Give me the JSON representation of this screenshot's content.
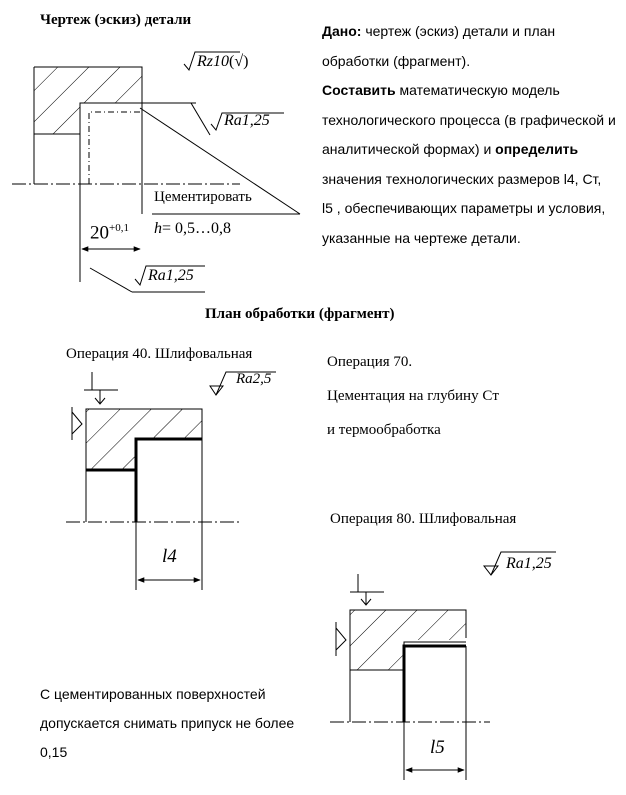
{
  "sketch": {
    "title": "Чертеж (эскиз) детали",
    "rz_label": "Rz10",
    "rz_paren": "(√)",
    "ra_top": "Ra1,25",
    "ra_bottom": "Ra1,25",
    "cement_label": "Цементировать",
    "depth_h": "h",
    "depth_range": "= 0,5…0,8",
    "dim_base": "20",
    "dim_tol": "+0,1"
  },
  "task": {
    "given_bold": "Дано:",
    "given_text": " чертеж (эскиз) детали и план обработки (фрагмент).",
    "compose_bold": "Составить",
    "compose_text": " математическую модель технологического процесса (в графической и аналитической формах) и ",
    "determine_bold": "определить",
    "determine_text": " значения технологических размеров l4, Cт, l5 , обеспечивающих параметры и условия, указанные на чертеже детали."
  },
  "plan": {
    "title": "План обработки (фрагмент)",
    "op40": {
      "caption": "Операция 40. Шлифовальная",
      "ra": "Ra2,5",
      "dim": "l4"
    },
    "op70": {
      "line1": "Операция 70.",
      "line2": "Цементация на глубину Cт",
      "line3": "и термообработка"
    },
    "op80": {
      "caption": "Операция 80. Шлифовальная",
      "ra": "Ra1,25",
      "dim": "l5"
    },
    "note": "С цементированных поверхностей допускается снимать припуск не более 0,15"
  }
}
